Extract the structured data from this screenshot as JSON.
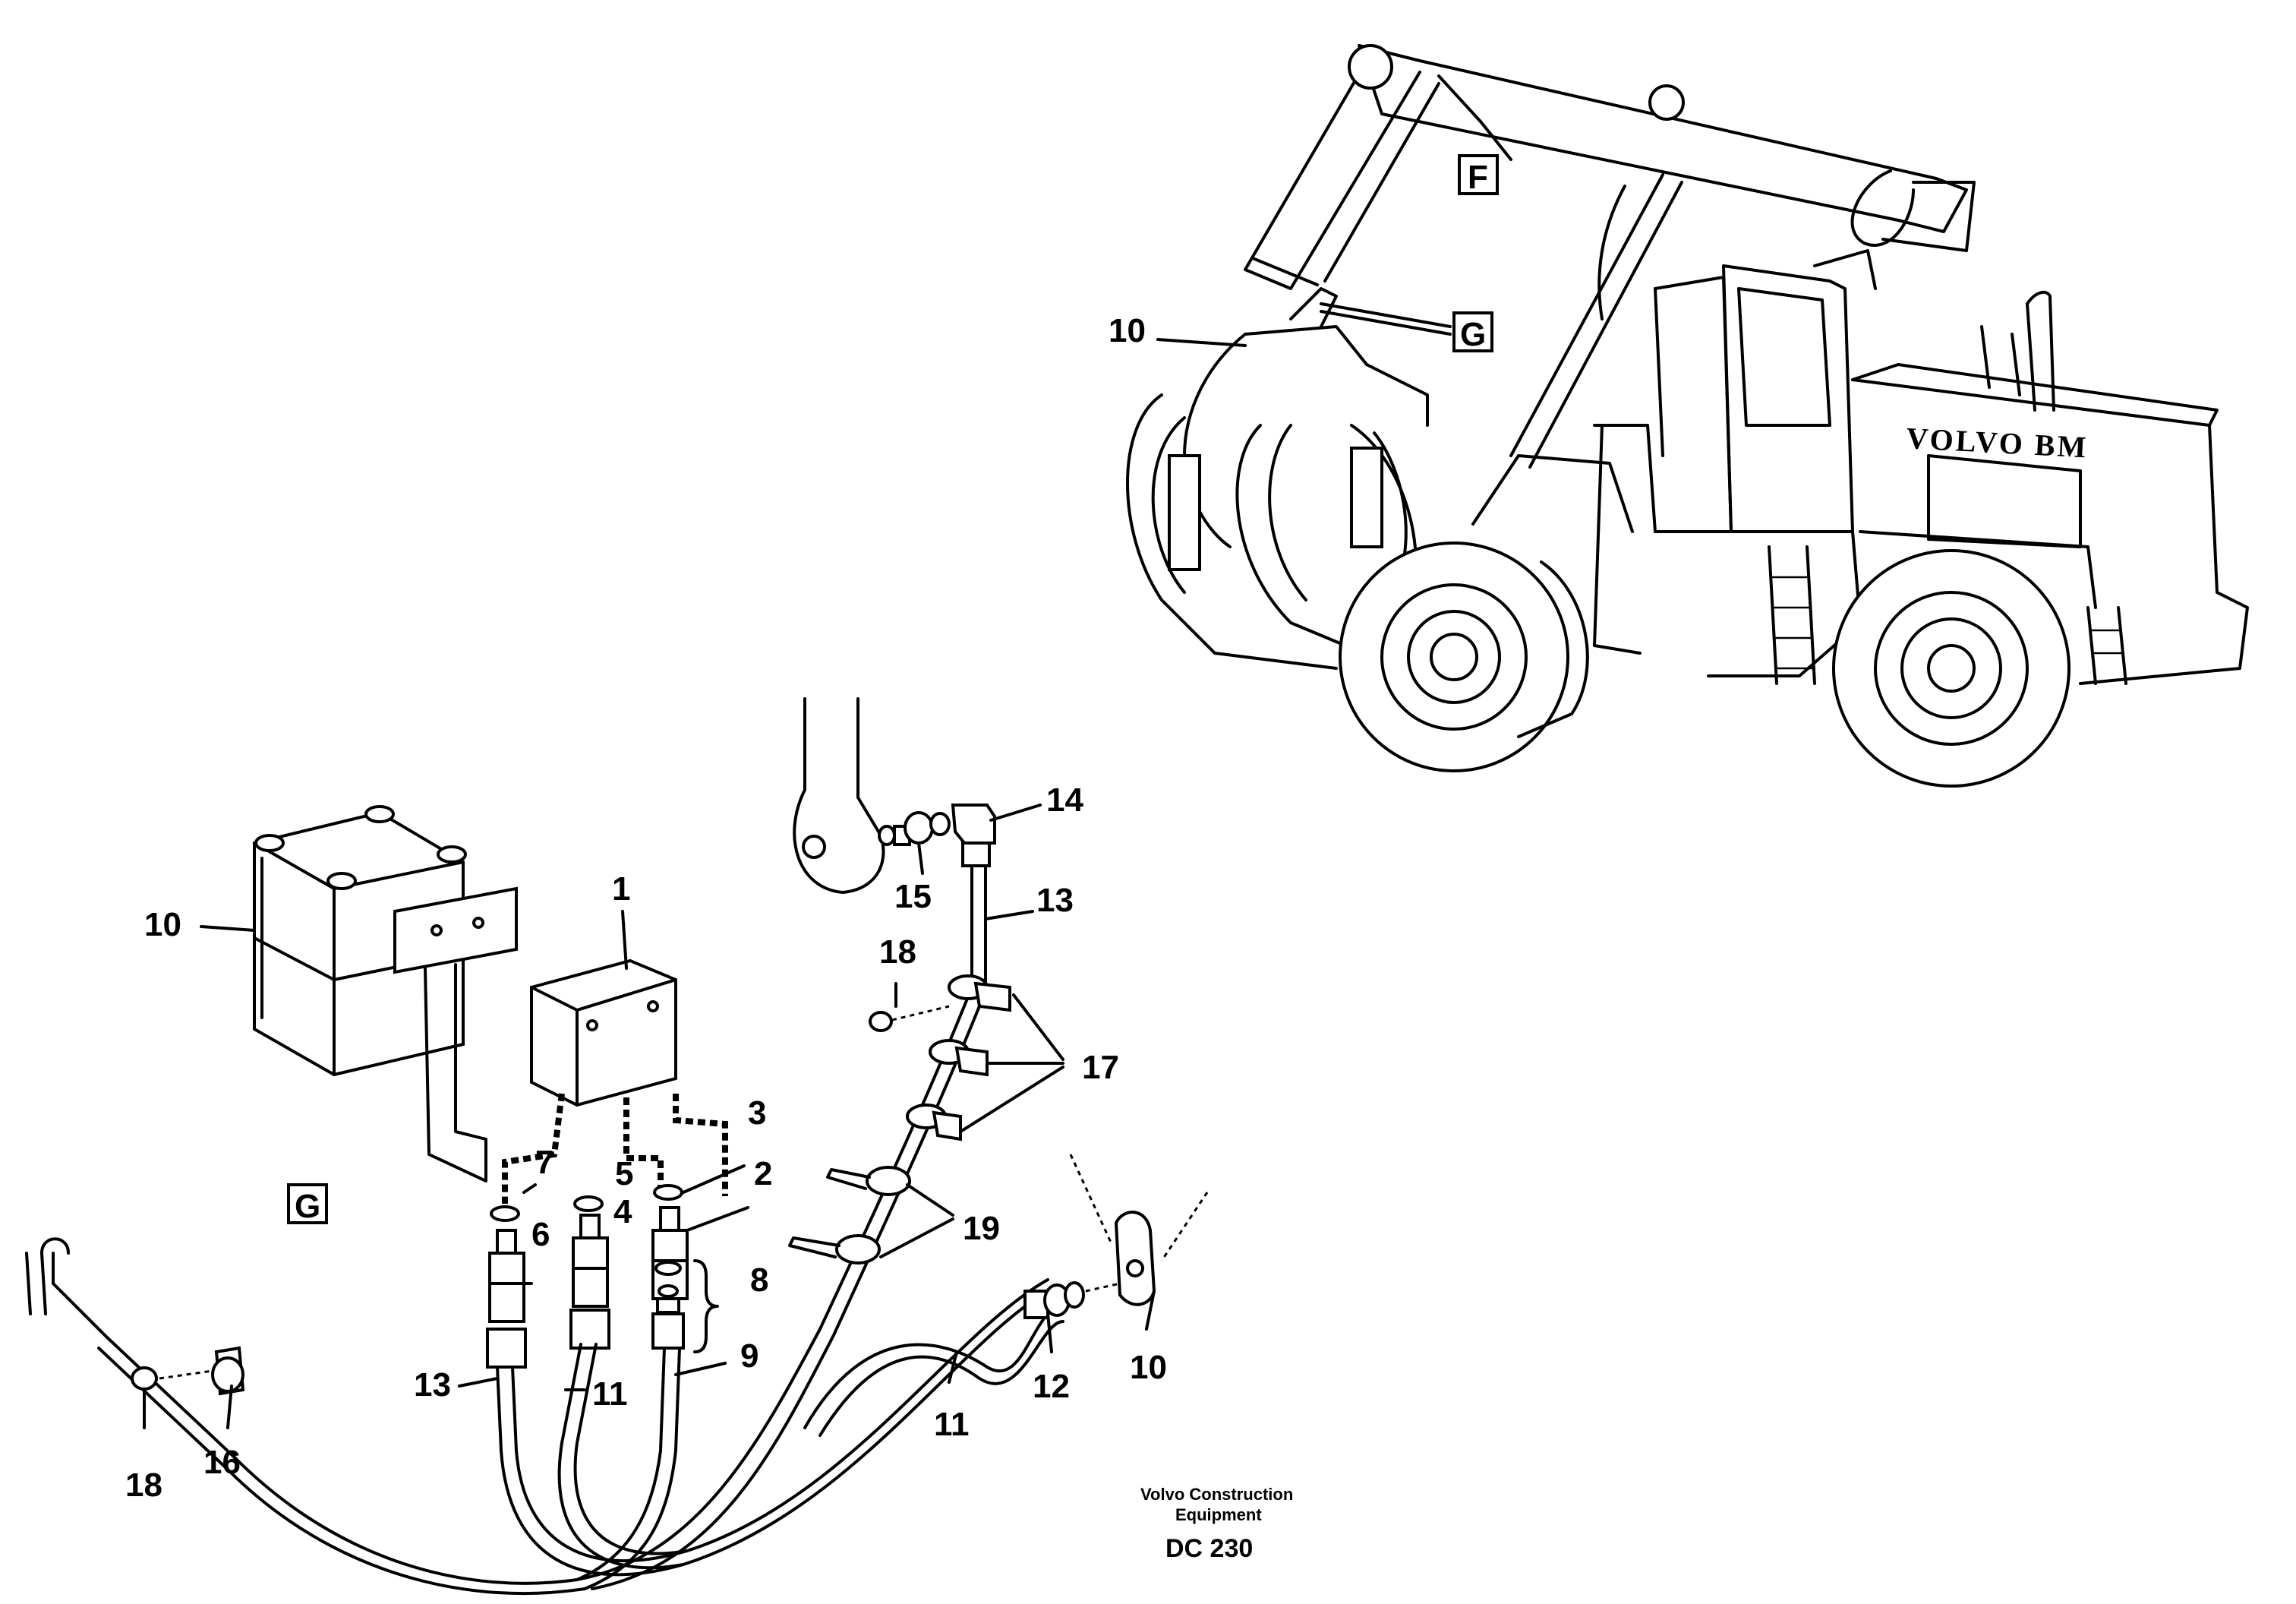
{
  "machine": {
    "brand": "VOLVO BM",
    "detail_F": "F",
    "detail_G": "G",
    "grapple_ref": "10"
  },
  "detail_view": {
    "marker": "G"
  },
  "callouts": {
    "c1": "1",
    "c2": "2",
    "c3": "3",
    "c4": "4",
    "c5": "5",
    "c6": "6",
    "c7": "7",
    "c8": "8",
    "c9": "9",
    "c10_box": "10",
    "c10_bracket": "10",
    "c11_left": "11",
    "c11_right": "11",
    "c12": "12",
    "c13_left": "13",
    "c13_upper": "13",
    "c14": "14",
    "c15": "15",
    "c16": "16",
    "c17": "17",
    "c18_left": "18",
    "c18_upper": "18",
    "c19": "19"
  },
  "footer": {
    "company_line1": "Volvo Construction",
    "company_line2": "Equipment",
    "code": "DC 230"
  }
}
